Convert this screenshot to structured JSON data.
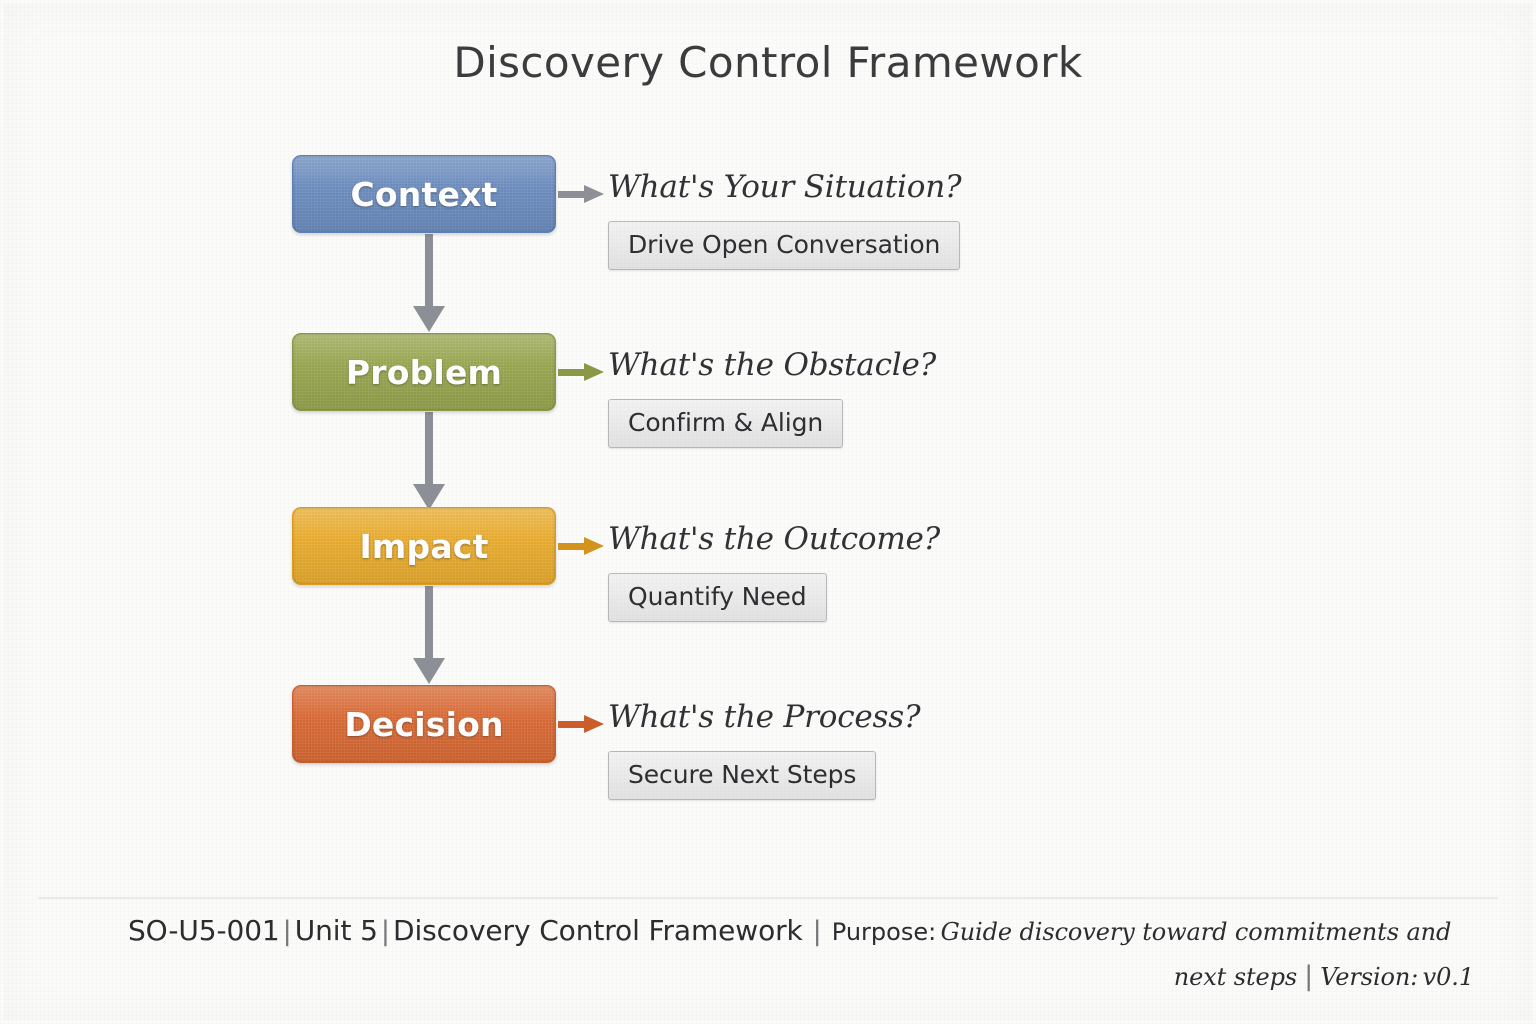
{
  "page": {
    "title": "Discovery Control Framework",
    "background_color": "#fbfbfa"
  },
  "flow": {
    "stages": [
      {
        "label": "Context",
        "question": "What's Your Situation?",
        "chip": "Drive Open Conversation",
        "color": "#6c8ec2",
        "color_dark": "#5a7fb4",
        "arrow_color": "#8c9096"
      },
      {
        "label": "Problem",
        "question": "What's the Obstacle?",
        "chip": "Confirm & Align",
        "color": "#9aa84e",
        "color_dark": "#8a9844",
        "arrow_color": "#8a9844"
      },
      {
        "label": "Impact",
        "question": "What's the Outcome?",
        "chip": "Quantify Need",
        "color": "#eeae2c",
        "color_dark": "#dd9c1c",
        "arrow_color": "#d4931a"
      },
      {
        "label": "Decision",
        "question": "What's the Process?",
        "chip": "Secure Next Steps",
        "color": "#dd6a33",
        "color_dark": "#cc5c28",
        "arrow_color": "#cc5c28"
      }
    ],
    "connector_color": "#8c9096"
  },
  "footer": {
    "doc_id": "SO-U5-001",
    "unit": "Unit 5",
    "doc_title": "Discovery Control Framework",
    "purpose_label": "Purpose:",
    "purpose_text_line1": "Guide discovery toward commitments and",
    "purpose_text_line2": "next steps",
    "version_label": "Version:",
    "version_value": "v0.1",
    "separator": "|"
  }
}
